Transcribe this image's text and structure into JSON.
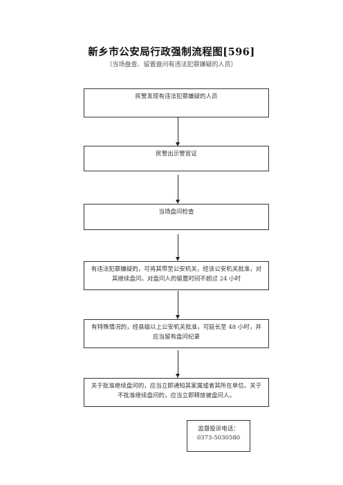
{
  "title": "新乡市公安局行政强制流程图[596]",
  "subtitle": "（当场盘查、留置盘问有违法犯罪嫌疑的人员）",
  "steps": [
    {
      "text": "民警发现有违法犯罪嫌疑的人员"
    },
    {
      "text": "民警出示警官证"
    },
    {
      "text": "当场盘问检查"
    },
    {
      "text": "有违法犯罪嫌疑的，可将其带至公安机关，经该公安机关批准，对其继续盘问，对盘问人的留置时间不超过 24 小时"
    },
    {
      "text": "有特殊情况的，经县级以上公安机关批准，可延长至 48 小时，并应当留有盘问纪录"
    },
    {
      "text": "关于批准继续盘问的，应当立即通知其家属或者其所在单位。关于不批准继续盘问的，应当立即释放被盘问人。"
    }
  ],
  "contact": {
    "label": "监督投诉电话：",
    "phone": "0373-5030580"
  }
}
